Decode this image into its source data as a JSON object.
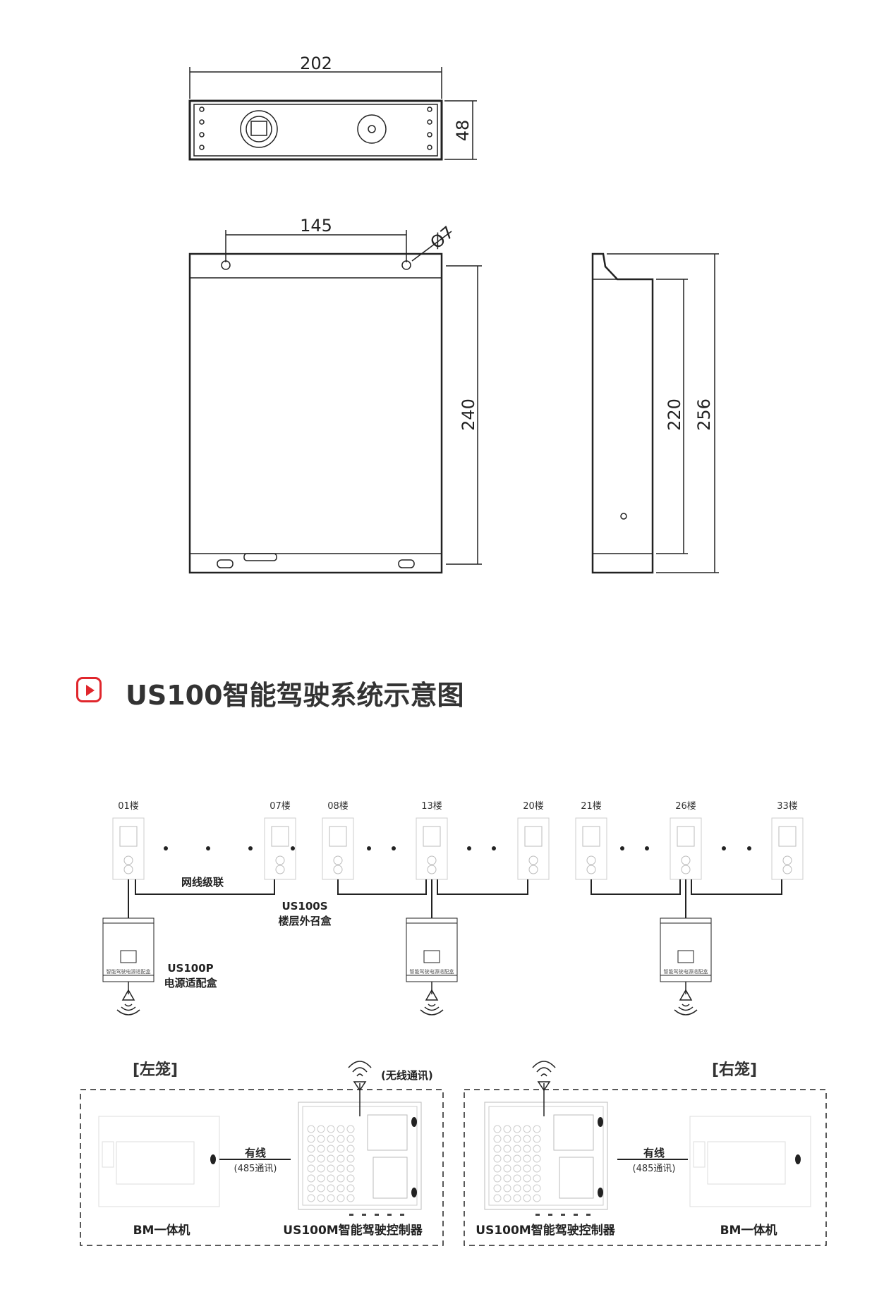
{
  "dimensions": {
    "top_width": "202",
    "top_height": "48",
    "hole_spacing": "145",
    "hole_dia": "Ø7",
    "front_height": "240",
    "side_inner": "220",
    "side_outer": "256"
  },
  "title": "US100智能驾驶系统示意图",
  "colors": {
    "accent": "#e0262c",
    "line": "#222222"
  },
  "floors": [
    "01楼",
    "07楼",
    "08楼",
    "13楼",
    "20楼",
    "21楼",
    "26楼",
    "33楼"
  ],
  "labels": {
    "cascade": "网线级联",
    "us100s_model": "US100S",
    "us100s_name": "楼层外召盒",
    "us100p_model": "US100P",
    "us100p_name": "电源适配盒",
    "power_box_text": "智能驾驶电源适配盒"
  },
  "cabins": {
    "left": {
      "title": "[左笼]",
      "wireless": "(无线通讯)",
      "wired": "有线",
      "wired_sub": "(485通讯)",
      "bm": "BM一体机",
      "controller": "US100M智能驾驶控制器"
    },
    "right": {
      "title": "[右笼]",
      "wired": "有线",
      "wired_sub": "(485通讯)",
      "bm": "BM一体机",
      "controller": "US100M智能驾驶控制器"
    }
  }
}
